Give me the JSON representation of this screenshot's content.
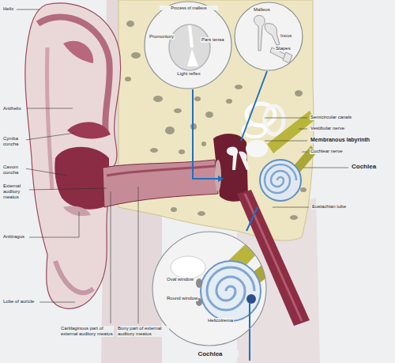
{
  "diagram": {
    "nodes": [
      {
        "text": [
          "Process of malleus",
          "Promontory",
          "Pars tensa",
          "Light reflex"
        ]
      },
      {
        "text": [
          "Malleus",
          "Incus",
          "Stapes"
        ]
      },
      {
        "text": [
          "Oval window",
          "Round window",
          "Helicotrema",
          "Cochlea"
        ]
      }
    ],
    "labels": [
      "Helix",
      "Antihelix",
      "Cymba concha",
      "Cavum concha",
      "External auditory meatus",
      "Antitragus",
      "Lobe of auricle",
      "Cartilaginous part of external auditory meatus",
      "Bony part of external auditory meatus",
      "Semicircular canals",
      "Vestibular nerve",
      "Membranous labyrinth",
      "Cochlear nerve",
      "Cochlea",
      "Eustachian tube"
    ]
  }
}
